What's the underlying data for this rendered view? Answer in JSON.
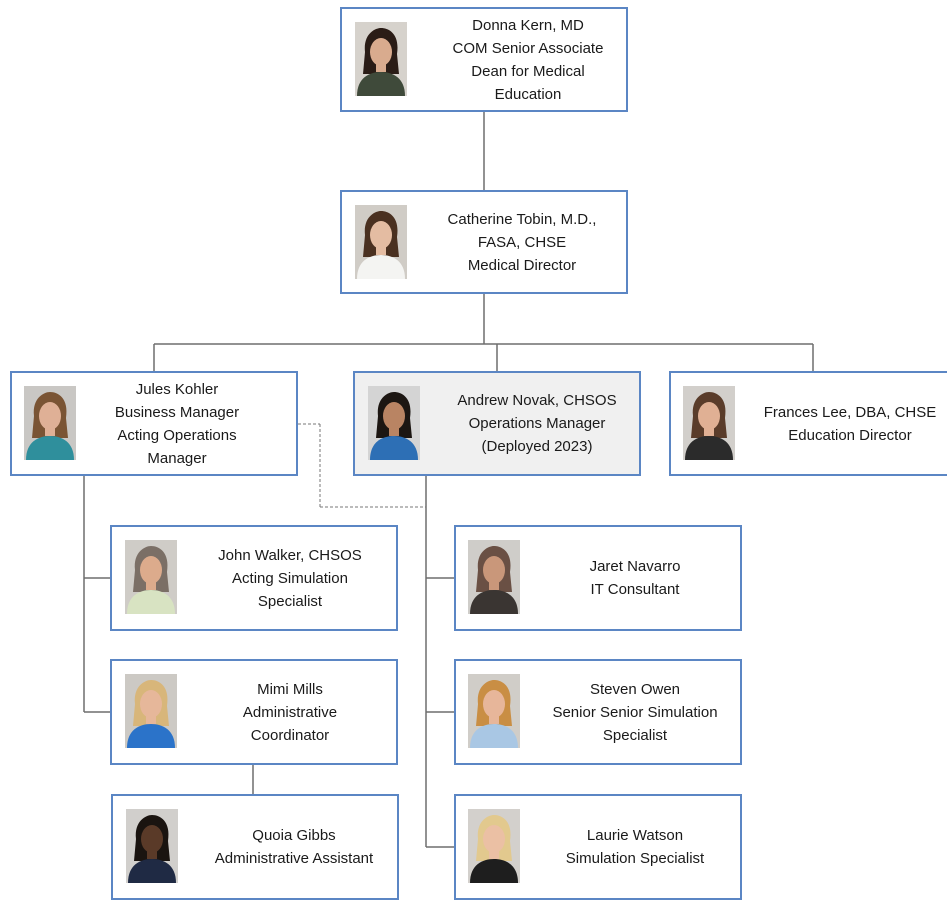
{
  "nodes": [
    {
      "id": "kern",
      "lines": [
        "Donna Kern, MD",
        "COM Senior Associate",
        "Dean for Medical",
        "Education"
      ],
      "photo": {
        "bg": "#d6d2cc",
        "hair": "#2a1c16",
        "skin": "#d9ab8e",
        "outfit": "#3f4a3a"
      }
    },
    {
      "id": "tobin",
      "lines": [
        "Catherine Tobin, M.D.,",
        "FASA, CHSE",
        "Medical Director"
      ],
      "photo": {
        "bg": "#d0ccc6",
        "hair": "#4a3020",
        "skin": "#e4bca2",
        "outfit": "#f4f4f2"
      }
    },
    {
      "id": "kohler",
      "lines": [
        "Jules Kohler",
        "Business Manager",
        "Acting Operations",
        "Manager"
      ],
      "photo": {
        "bg": "#c9c7c4",
        "hair": "#7a5434",
        "skin": "#dfb096",
        "outfit": "#2f8f9c"
      }
    },
    {
      "id": "novak",
      "lines": [
        "Andrew Novak, CHSOS",
        "Operations Manager",
        "(Deployed 2023)"
      ],
      "photo": {
        "bg": "#d4d4d4",
        "hair": "#1c1612",
        "skin": "#b98463",
        "outfit": "#2d6fb5"
      }
    },
    {
      "id": "lee",
      "lines": [
        "Frances Lee, DBA, CHSE",
        "Education Director"
      ],
      "photo": {
        "bg": "#d2cfcb",
        "hair": "#5a3c2a",
        "skin": "#e0b094",
        "outfit": "#2b2b2b"
      }
    },
    {
      "id": "walker",
      "lines": [
        "John Walker, CHSOS",
        "Acting Simulation",
        "Specialist"
      ],
      "photo": {
        "bg": "#cfccc7",
        "hair": "#7b6f66",
        "skin": "#dcab8c",
        "outfit": "#d8e3c2"
      }
    },
    {
      "id": "navarro",
      "lines": [
        "Jaret Navarro",
        "IT Consultant"
      ],
      "photo": {
        "bg": "#cfcdc9",
        "hair": "#6a5044",
        "skin": "#c9977a",
        "outfit": "#3a3532"
      }
    },
    {
      "id": "mills",
      "lines": [
        "Mimi Mills",
        "Administrative",
        "Coordinator"
      ],
      "photo": {
        "bg": "#ccc9c4",
        "hair": "#d8b67a",
        "skin": "#e6b79a",
        "outfit": "#2b73c9"
      }
    },
    {
      "id": "owen",
      "lines": [
        "Steven Owen",
        "Senior Senior Simulation",
        "Specialist"
      ],
      "photo": {
        "bg": "#d0cdc8",
        "hair": "#c98e44",
        "skin": "#e7b69a",
        "outfit": "#a9c7e4"
      }
    },
    {
      "id": "gibbs",
      "lines": [
        "Quoia Gibbs",
        "Administrative Assistant"
      ],
      "photo": {
        "bg": "#d1cfcc",
        "hair": "#1a1410",
        "skin": "#5a3a28",
        "outfit": "#1f2a44"
      }
    },
    {
      "id": "watson",
      "lines": [
        "Laurie Watson",
        "Simulation Specialist"
      ],
      "photo": {
        "bg": "#d3d0cc",
        "hair": "#e2c98e",
        "skin": "#ebc0a4",
        "outfit": "#1e1e1e"
      }
    }
  ]
}
